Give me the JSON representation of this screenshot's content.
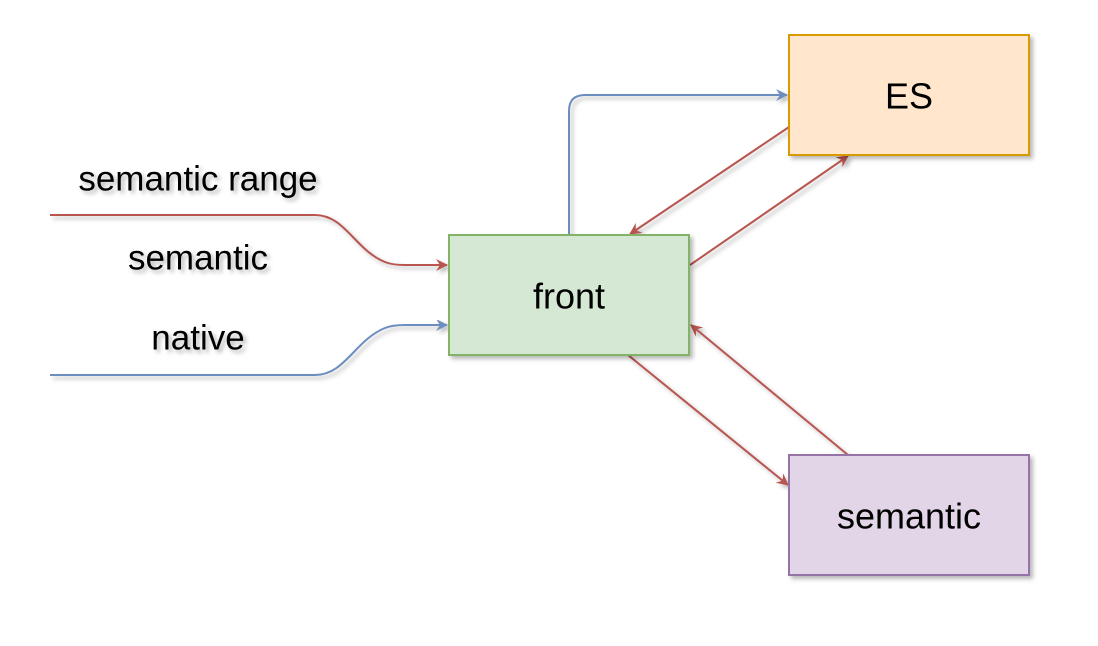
{
  "nodes": {
    "front": {
      "label": "front",
      "fill": "#d5e8d4",
      "stroke": "#82b366"
    },
    "es": {
      "label": "ES",
      "fill": "#ffe6cc",
      "stroke": "#d79b00"
    },
    "semantic": {
      "label": "semantic",
      "fill": "#e1d5e7",
      "stroke": "#9673a6"
    }
  },
  "inputs": {
    "semantic_range": {
      "label": "semantic range",
      "color": "#b85450"
    },
    "semantic": {
      "label": "semantic",
      "color": "#b85450"
    },
    "native": {
      "label": "native",
      "color": "#6c8ebf"
    }
  },
  "edge_colors": {
    "red": "#b85450",
    "blue": "#6c8ebf"
  }
}
